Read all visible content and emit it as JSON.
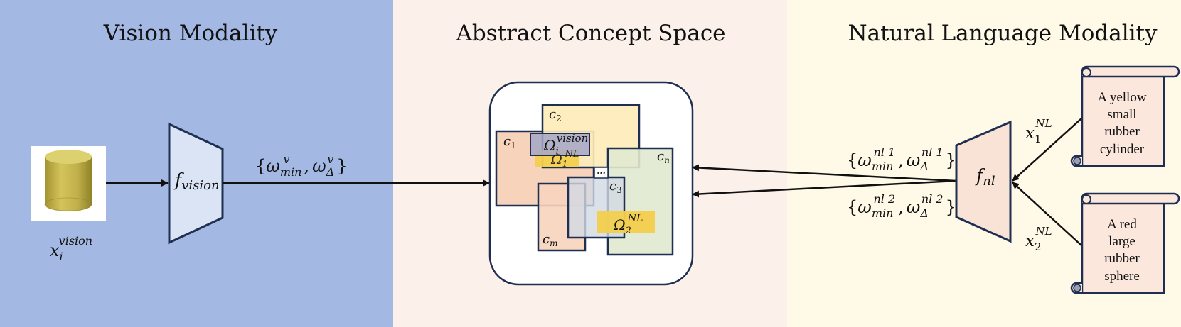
{
  "colors": {
    "vision_bg": "#a3b8e3",
    "concept_bg": "#fcf0eb",
    "language_bg": "#fff9e8",
    "outline": "#1f2f52",
    "encoder_vision_fill": "#dbe4f5",
    "encoder_nl_fill": "#f9e2d6",
    "box_c1": "#f7d3bc",
    "box_c2": "#fdebb8",
    "box_cn": "#e1e9cf",
    "box_c3": "#d2d9e4",
    "highlight_yellow": "#f3cf4d",
    "highlight_purple": "#a4a6c8",
    "cylinder": "#c8b84c"
  },
  "sections": {
    "vision_title": "Vision Modality",
    "concept_title": "Abstract Concept Space",
    "language_title": "Natural Language Modality"
  },
  "vision": {
    "image_icon": "yellow-cylinder-image",
    "input_label_base": "x",
    "input_label_sub": "i",
    "input_label_sup": "vision",
    "encoder_label_base": "f",
    "encoder_label_sub": "vision",
    "output_label_open": "{",
    "output_label_omega1": "ω",
    "output_label_omega1_sub": "min",
    "output_label_omega1_sup": "v",
    "output_label_comma": ",",
    "output_label_omega2": "ω",
    "output_label_omega2_sub": "Δ",
    "output_label_omega2_sup": "v",
    "output_label_close": "}"
  },
  "concepts": {
    "c1": "c",
    "c1_sub": "1",
    "c2": "c",
    "c2_sub": "2",
    "c3": "c",
    "c3_sub": "3",
    "cn": "c",
    "cn_sub": "n",
    "cm": "c",
    "cm_sub": "m",
    "ellipsis": "···",
    "omega_vision_base": "Ω",
    "omega_vision_sub": "i",
    "omega_vision_sup": "vision",
    "omega_nl1_base": "Ω",
    "omega_nl1_sub": "1",
    "omega_nl1_sup": "NL",
    "omega_nl2_base": "Ω",
    "omega_nl2_sub": "2",
    "omega_nl2_sup": "NL"
  },
  "language": {
    "encoder_label_base": "f",
    "encoder_label_sub": "nl",
    "output1": {
      "omega1": "ω",
      "omega1_sup": "nl 1",
      "omega1_sub": "min",
      "omega2": "ω",
      "omega2_sup": "nl 1",
      "omega2_sub": "Δ"
    },
    "output2": {
      "omega1": "ω",
      "omega1_sup": "nl 2",
      "omega1_sub": "min",
      "omega2": "ω",
      "omega2_sup": "nl 2",
      "omega2_sub": "Δ"
    },
    "brace_open": "{",
    "brace_close": "}",
    "comma": ",",
    "input1_base": "x",
    "input1_sub": "1",
    "input1_sup": "NL",
    "input2_base": "x",
    "input2_sub": "2",
    "input2_sup": "NL",
    "scroll1_lines": [
      "A yellow",
      "small",
      "rubber",
      "cylinder"
    ],
    "scroll2_lines": [
      "A red",
      "large",
      "rubber",
      "sphere"
    ]
  }
}
